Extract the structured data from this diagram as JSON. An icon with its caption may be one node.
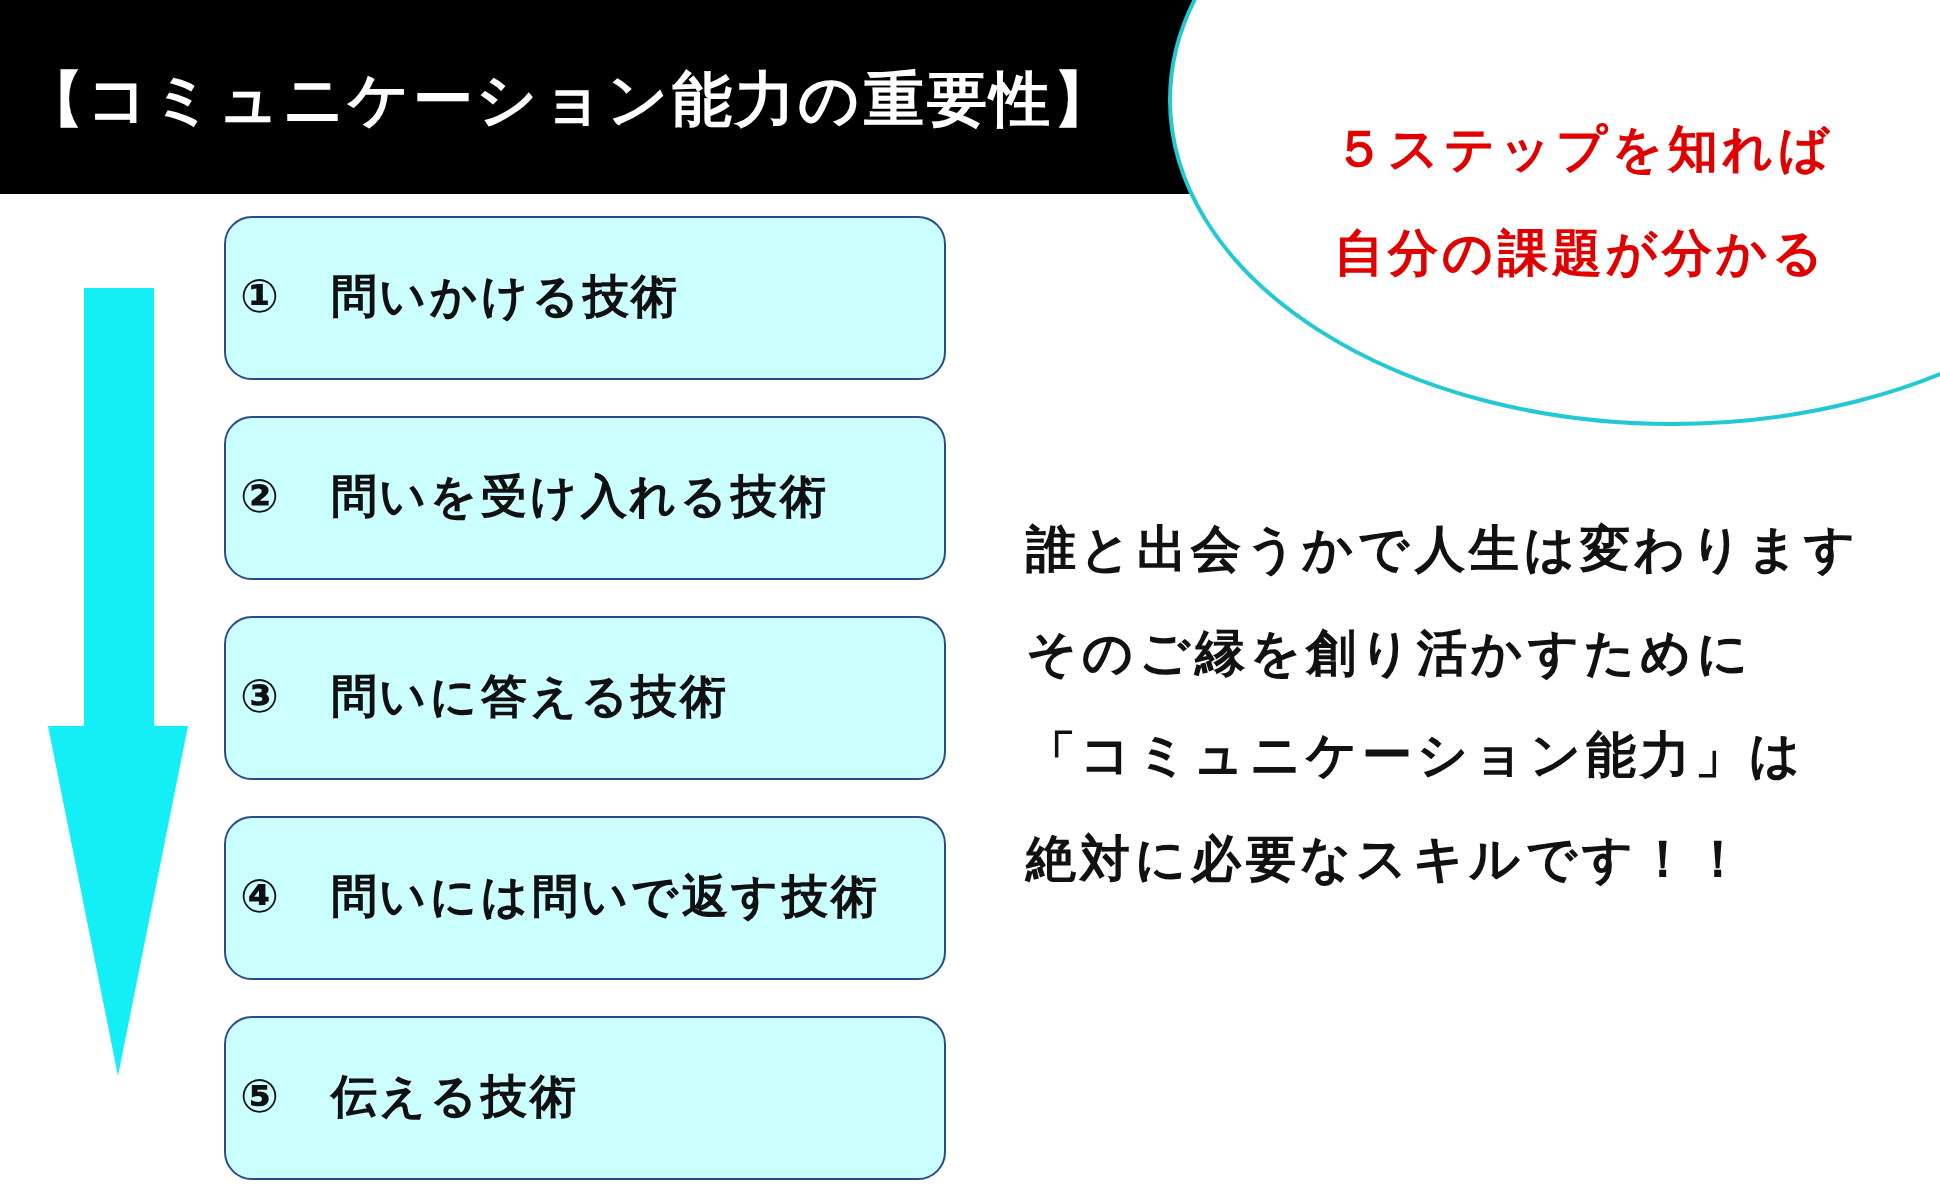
{
  "diagram": {
    "title": "【コミュニケーション能力の重要性】",
    "nodes": [
      {
        "text": [
          "５ステップを知れば自分の課題が分かる"
        ]
      },
      {
        "text": [
          "①　問いかける技術"
        ]
      },
      {
        "text": [
          "②　問いを受け入れる技術"
        ]
      },
      {
        "text": [
          "③　問いに答える技術"
        ]
      },
      {
        "text": [
          "④　問いには問いで返す技術"
        ]
      },
      {
        "text": [
          "⑤　伝える技術"
        ]
      }
    ],
    "labels": [
      "誰と出会うかで人生は変わります",
      "そのご縁を創り活かすために",
      "「コミュニケーション能力」は",
      "絶対に必要なスキルです！！"
    ]
  }
}
